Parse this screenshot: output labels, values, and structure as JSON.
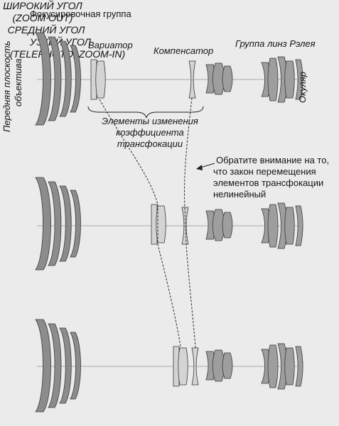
{
  "labels": {
    "focus_group": "Фокусировочная группа",
    "variator": "Вариатор",
    "compensator": "Компенсатор",
    "relay_group": "Группа линз Рэлея",
    "eyepiece": "Окуляр",
    "front_plane_line1": "Передняя плоскость",
    "front_plane_line2": "объектива",
    "zoom_elements_line1": "Элементы изменения",
    "zoom_elements_line2": "коэффициента",
    "zoom_elements_line3": "трансфокации",
    "note_line1": "Обратите внимание на то,",
    "note_line2": "что закон перемещения",
    "note_line3": "элементов трансфокации",
    "note_line4": "нелинейный"
  },
  "states": {
    "wide_line1": "ШИРОКИЙ УГОЛ",
    "wide_line2": "(ZOOM OUT)",
    "mid": "СРЕДНИЙ УГОЛ",
    "tele_line1": "УЗКИЙ УГОЛ",
    "tele_line2": "(TELEPHOTO, ZOOM-IN)"
  },
  "colors": {
    "background": "#ebebeb",
    "lens_dark": "#8c8c8c",
    "lens_light": "#d4d4d4",
    "lens_mid": "#9e9e9e",
    "outline": "#3a3a3a",
    "text": "#151515"
  }
}
